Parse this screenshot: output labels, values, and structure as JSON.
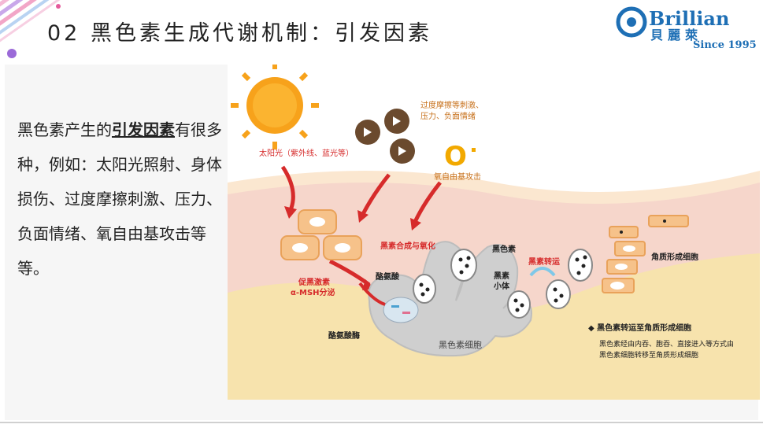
{
  "slide": {
    "title": "02 黑色素生成代谢机制：引发因素",
    "brand_name": "Brillian",
    "brand_cn": "貝麗萊",
    "since": "Since  1995"
  },
  "text": {
    "intro": "黑色素产生的",
    "highlight": "引发因素",
    "body": "有很多种，例如：太阳光照射、身体损伤、过度摩擦刺激、压力、负面情绪、氧自由基攻击等等。"
  },
  "figure": {
    "sun_label": "太阳光（紫外线、蓝光等）",
    "stress_label_1": "过度摩擦等刺激、",
    "stress_label_2": "压力、负面情绪",
    "radical_symbol": "O",
    "radical_label": "氧自由基攻击",
    "msh_label_1": "促黑激素",
    "msh_label_2": "α-MSH分泌",
    "synthesis_label": "黑素合成与氧化",
    "tyrosine_label": "酪氨酸",
    "tyrosinase_label": "酪氨酸酶",
    "melanin_label": "黑色素",
    "melanosome_label_1": "黑素",
    "melanosome_label_2": "小体",
    "melanocyte_label": "黑色素细胞",
    "transport_label": "黑素转运",
    "keratinocyte_label": "角质形成细胞",
    "note_title": "◆ 黑色素转运至角质形成细胞",
    "note_line_1": "黑色素经由内吞、胞吞、直接进入等方式由",
    "note_line_2": "黑色素细胞转移至角质形成细胞"
  },
  "colors": {
    "accent_red": "#d62b2b",
    "brand_blue": "#1e6fb5",
    "sun": "#f7a21b"
  }
}
